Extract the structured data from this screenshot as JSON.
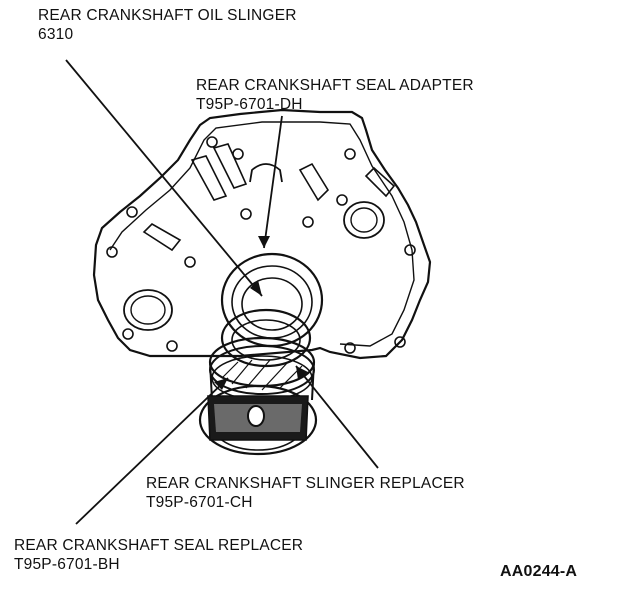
{
  "callouts": [
    {
      "name": "REAR CRANKSHAFT OIL SLINGER",
      "code": "6310"
    },
    {
      "name": "REAR CRANKSHAFT SEAL ADAPTER",
      "code": "T95P-6701-DH"
    },
    {
      "name": "REAR CRANKSHAFT SLINGER REPLACER",
      "code": "T95P-6701-CH"
    },
    {
      "name": "REAR CRANKSHAFT SEAL REPLACER",
      "code": "T95P-6701-BH"
    }
  ],
  "figure_id": "AA0244-A"
}
